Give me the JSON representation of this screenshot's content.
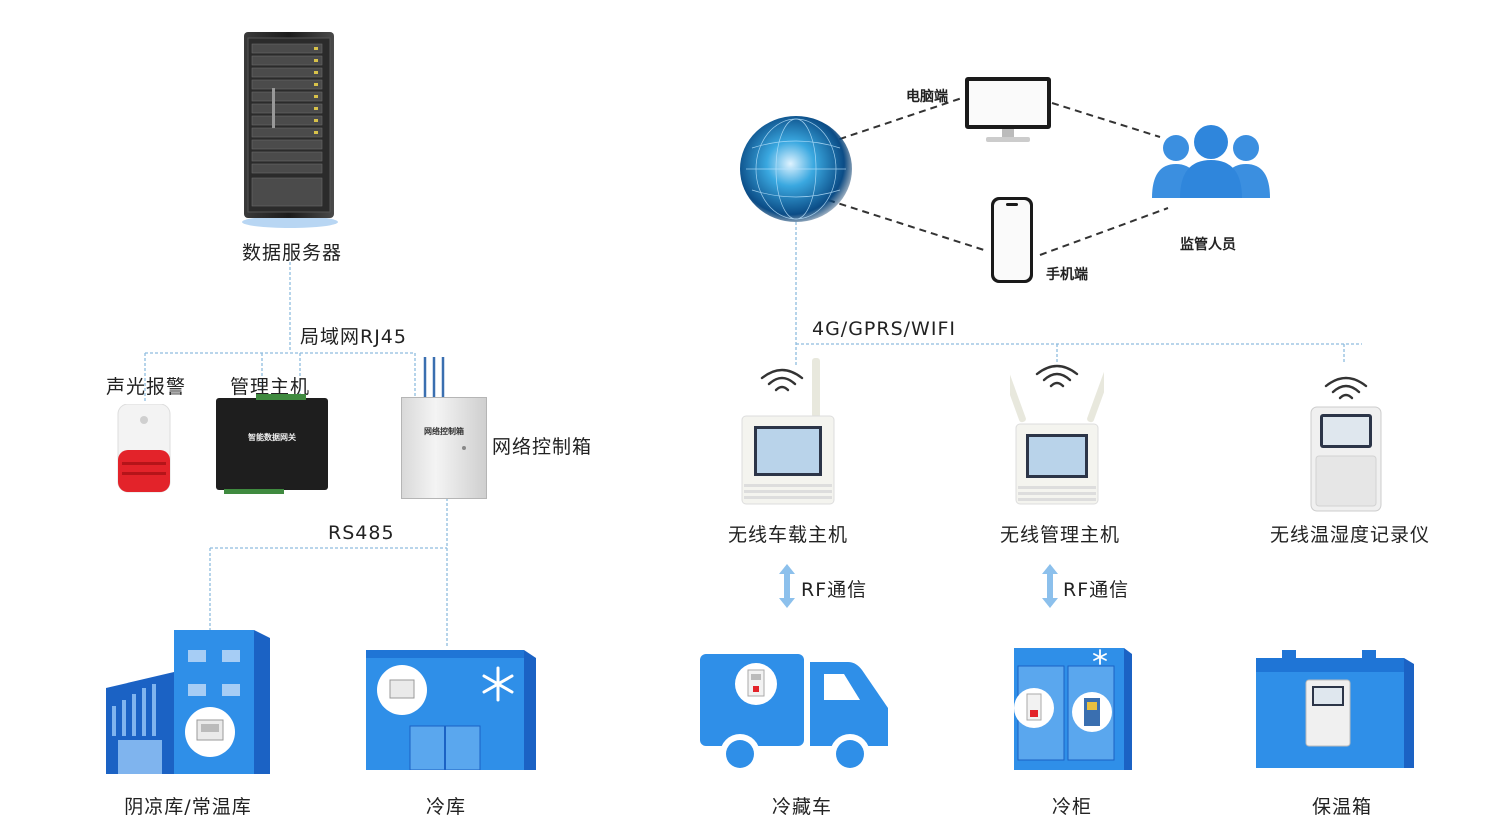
{
  "left": {
    "server": {
      "label": "数据服务器"
    },
    "lan": {
      "label": "局域网RJ45"
    },
    "alarm": {
      "label": "声光报警"
    },
    "host": {
      "label": "管理主机",
      "device_title": "智能数据网关"
    },
    "netbox": {
      "label": "网络控制箱",
      "device_title": "网络控制箱"
    },
    "bus": {
      "label": "RS485"
    },
    "warehouse": {
      "label": "阴凉库/常温库"
    },
    "coldstore": {
      "label": "冷库"
    }
  },
  "right": {
    "pc": {
      "label": "电脑端"
    },
    "phone": {
      "label": "手机端"
    },
    "staff": {
      "label": "监管人员"
    },
    "network": {
      "label": "4G/GPRS/WIFI"
    },
    "devices": [
      {
        "label": "无线车载主机"
      },
      {
        "label": "无线管理主机"
      },
      {
        "label": "无线温湿度记录仪"
      }
    ],
    "rf": [
      {
        "label": "RF通信"
      },
      {
        "label": "RF通信"
      }
    ],
    "endpoints": [
      {
        "label": "冷藏车"
      },
      {
        "label": "冷柜"
      },
      {
        "label": "保温箱"
      }
    ]
  },
  "colors": {
    "accent": "#2f8fe8",
    "accent_dark": "#1b6fc7",
    "line": "#7fb3da"
  }
}
